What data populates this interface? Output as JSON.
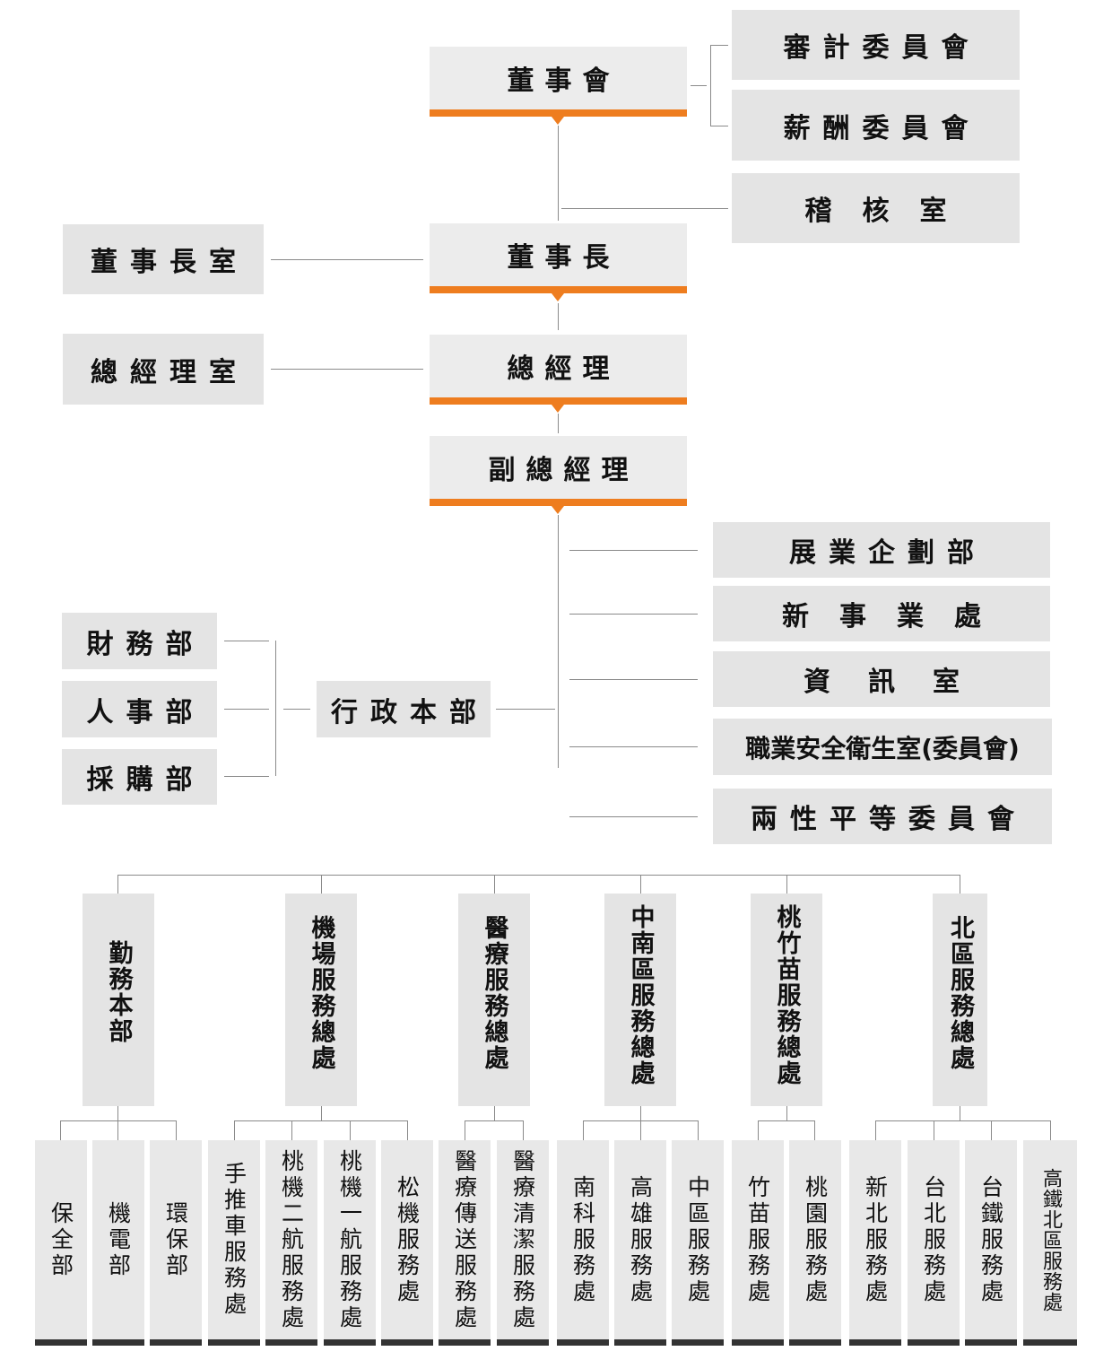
{
  "board": "董事會",
  "committees": [
    "審計委員會",
    "薪酬委員會"
  ],
  "audit_office": "稽核室",
  "chairman": "董事長",
  "chairman_office": "董事長室",
  "president": "總經理",
  "president_office": "總經理室",
  "vice_president": "副總經理",
  "right_units": [
    "展業企劃部",
    "新事業處",
    "資訊室",
    "職業安全衛生室(委員會)",
    "兩性平等委員會"
  ],
  "admin_hq": "行政本部",
  "admin_units": [
    "財務部",
    "人事部",
    "採購部"
  ],
  "divisions": [
    {
      "name": "勤務本部",
      "units": [
        "保全部",
        "機電部",
        "環保部"
      ]
    },
    {
      "name": "機場服務總處",
      "units": [
        "手推車服務處",
        "桃機二航服務處",
        "桃機一航服務處",
        "松機服務處"
      ]
    },
    {
      "name": "醫療服務總處",
      "units": [
        "醫療傳送服務處",
        "醫療清潔服務處"
      ]
    },
    {
      "name": "中南區服務總處",
      "units": [
        "南科服務處",
        "高雄服務處",
        "中區服務處"
      ]
    },
    {
      "name": "桃竹苗服務總處",
      "units": [
        "竹苗服務處",
        "桃園服務處"
      ]
    },
    {
      "name": "北區服務總處",
      "units": [
        "新北服務處",
        "台北服務處",
        "台鐵服務處",
        "高鐵北區服務處"
      ]
    }
  ],
  "colors": {
    "accent": "#ee7d1f",
    "box": "#e4e4e4",
    "line": "#8a8a8a",
    "leaf_bar": "#333333"
  }
}
